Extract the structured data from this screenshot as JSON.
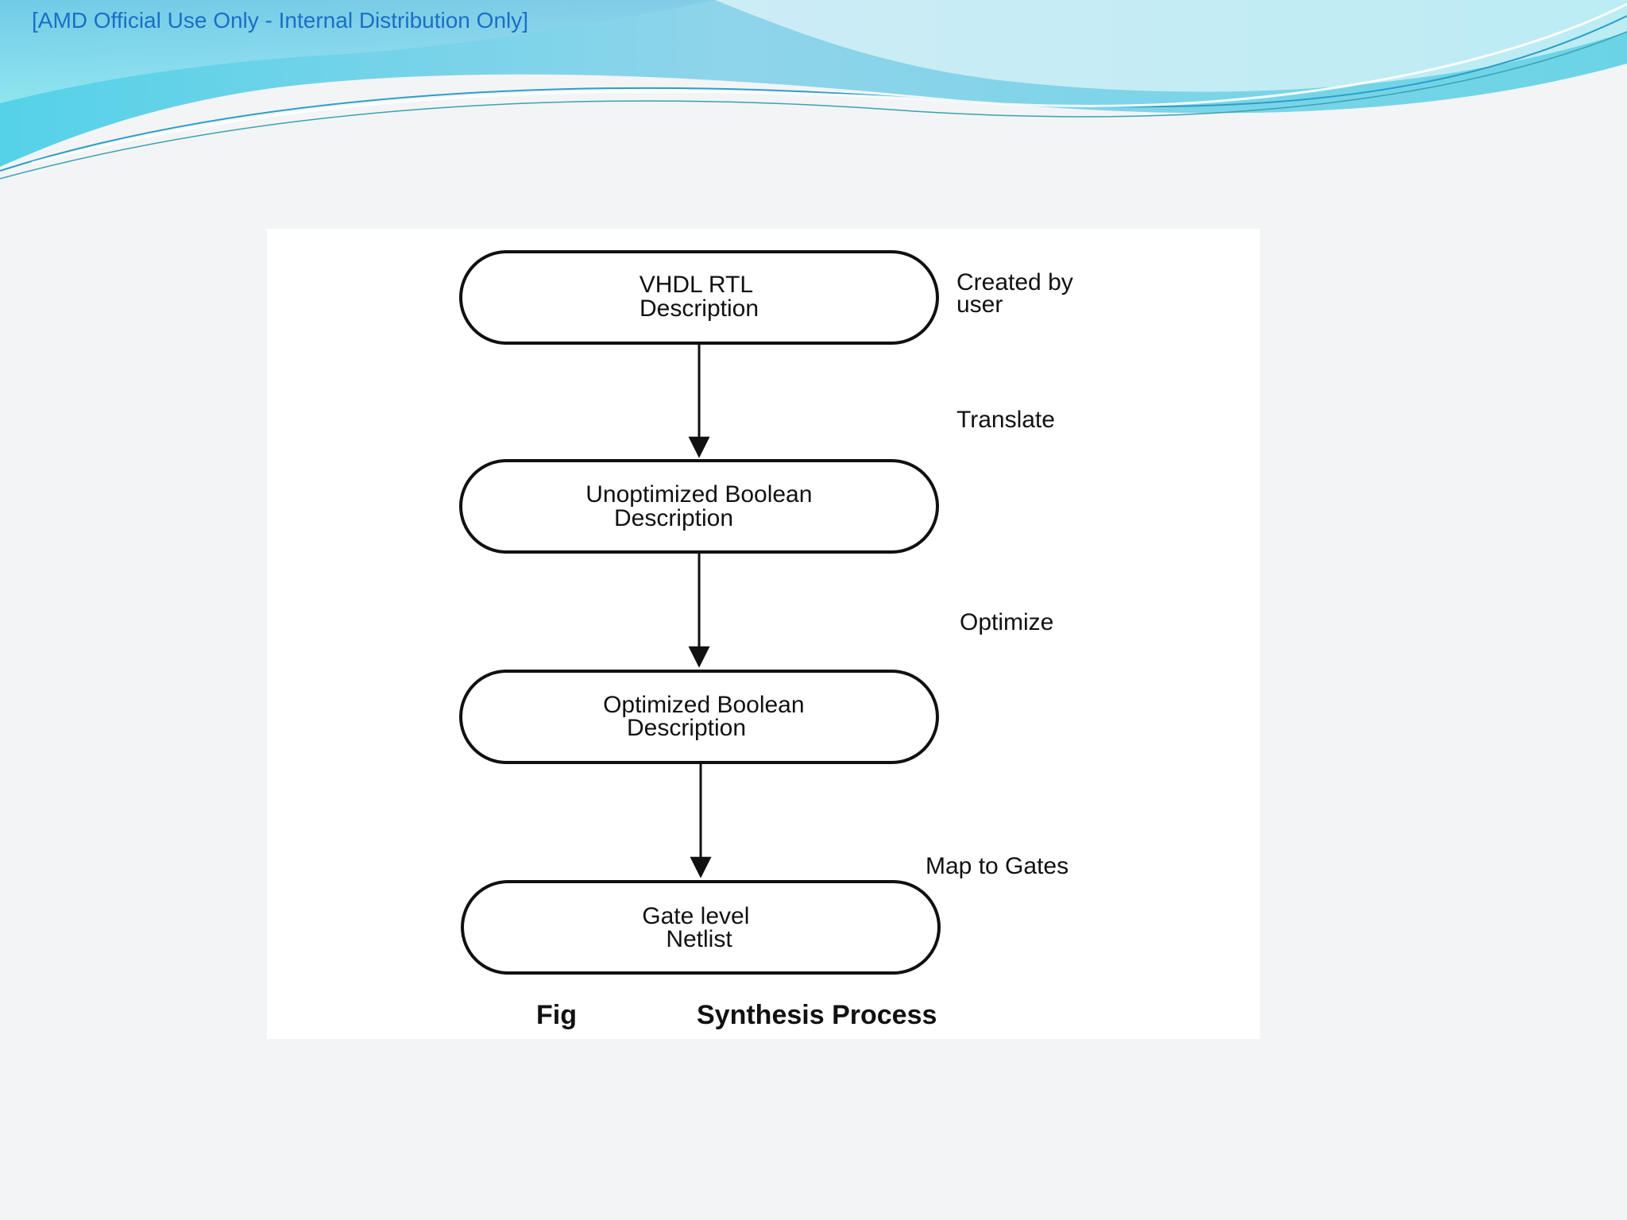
{
  "header": {
    "classification": "[AMD Official Use Only - Internal Distribution Only]"
  },
  "diagram": {
    "nodes": [
      {
        "lines": [
          "VHDL RTL",
          "Description"
        ]
      },
      {
        "lines": [
          "Unoptimized Boolean",
          "Description"
        ]
      },
      {
        "lines": [
          "Optimized Boolean",
          "Description"
        ]
      },
      {
        "lines": [
          "Gate level",
          "Netlist"
        ]
      }
    ],
    "side_labels": [
      {
        "lines": [
          "Created by",
          "user"
        ]
      },
      {
        "lines": [
          "Translate"
        ]
      },
      {
        "lines": [
          "Optimize"
        ]
      },
      {
        "lines": [
          "Map to Gates"
        ]
      }
    ],
    "caption": {
      "prefix": "Fig",
      "title": "Synthesis Process"
    }
  },
  "colors": {
    "classification_text": "#1a6fc4",
    "wave_light": "#bfeff4",
    "wave_mid": "#5fd0e3",
    "wave_dark": "#2aa3cc",
    "stroke": "#111111"
  }
}
